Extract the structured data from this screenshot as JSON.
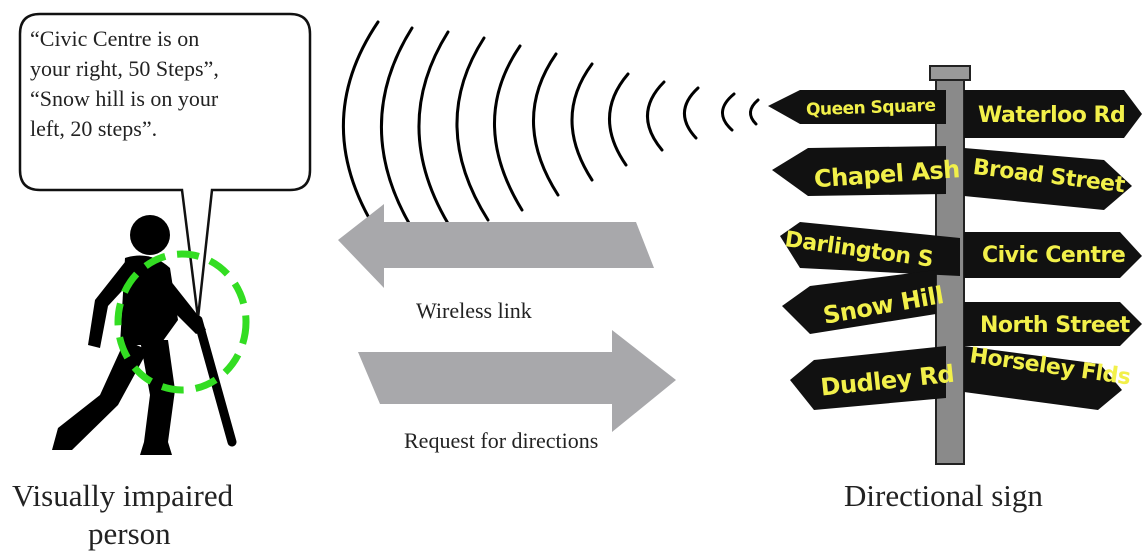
{
  "speech_bubble": {
    "lines": [
      "“Civic Centre is on",
      "your right, 50 Steps”,",
      "“Snow hill is on your",
      "left, 20 steps”."
    ]
  },
  "labels": {
    "wireless_link": "Wireless link",
    "request": "Request for directions",
    "person_line1": "Visually impaired",
    "person_line2": "person",
    "sign": "Directional sign"
  },
  "signpost": {
    "left": [
      "Queen Square",
      "Chapel Ash",
      "Darlington S",
      "Snow Hill",
      "Dudley Rd"
    ],
    "right": [
      "Waterloo Rd",
      "Broad Street",
      "Civic Centre",
      "North Street",
      "Horseley Flds"
    ]
  },
  "colors": {
    "arrow": "#a8a8ab",
    "sign_board": "#111111",
    "sign_text": "#f2f04a",
    "post": "#8a8a8a",
    "cane_circle": "#33dd22"
  },
  "icons": [
    "pedestrian-with-cane-icon",
    "wireless-wave-icon",
    "signpost-icon"
  ]
}
